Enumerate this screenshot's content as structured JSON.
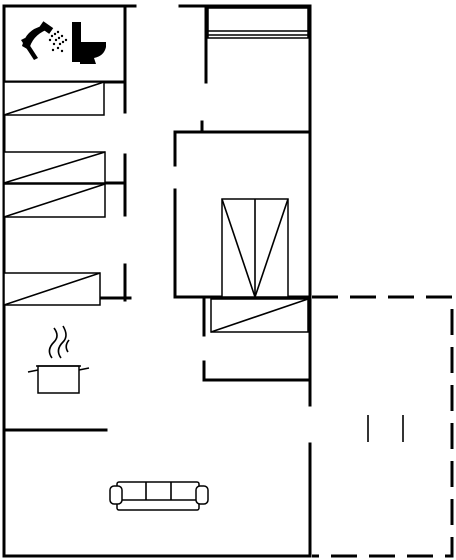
{
  "floorplan": {
    "rooms": [
      "bathroom",
      "bedroom",
      "bedroom",
      "bedroom",
      "kitchen",
      "living-room",
      "terrace"
    ],
    "icons": [
      "shower-icon",
      "toilet-icon",
      "cooking-pot-icon",
      "sofa-icon"
    ],
    "colors": {
      "line": "#000000",
      "background": "#ffffff"
    }
  }
}
